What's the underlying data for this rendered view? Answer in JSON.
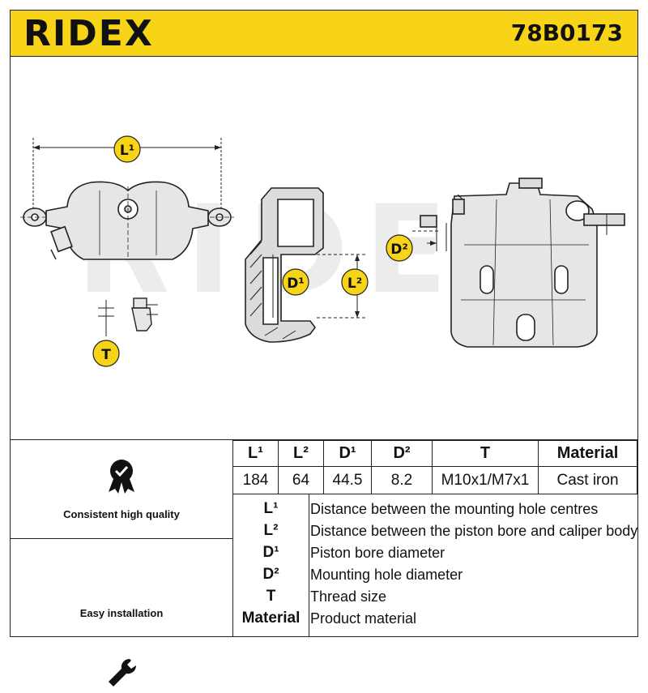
{
  "header": {
    "brand": "RIDEX",
    "part_number": "78B0173",
    "background": "#f7d417"
  },
  "watermark": "RIDEX",
  "callouts": {
    "l1": "L¹",
    "l2": "L²",
    "d1": "D¹",
    "d2": "D²",
    "t": "T",
    "color": "#f7d417"
  },
  "features": {
    "quality_label": "Consistent high quality",
    "quality_icon": "badge-check-icon",
    "install_label": "Easy installation",
    "install_icon": "wrench-icon"
  },
  "spec_table": {
    "columns": [
      "L¹",
      "L²",
      "D¹",
      "D²",
      "T",
      "Material"
    ],
    "values": [
      "184",
      "64",
      "44.5",
      "8.2",
      "M10x1/M7x1",
      "Cast iron"
    ]
  },
  "legend": [
    {
      "key": "L¹",
      "desc": "Distance between the mounting hole centres"
    },
    {
      "key": "L²",
      "desc": "Distance between the piston bore and caliper body"
    },
    {
      "key": "D¹",
      "desc": "Piston bore diameter"
    },
    {
      "key": "D²",
      "desc": "Mounting hole diameter"
    },
    {
      "key": "T",
      "desc": "Thread size"
    },
    {
      "key": "Material",
      "desc": "Product material"
    }
  ]
}
